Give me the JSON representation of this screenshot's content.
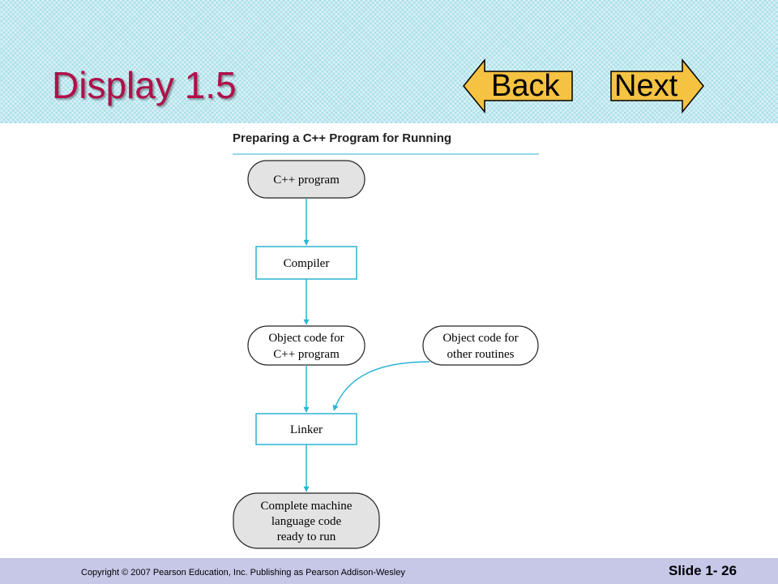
{
  "slide": {
    "title": "Display 1.5",
    "back_label": "Back",
    "next_label": "Next"
  },
  "diagram": {
    "heading": "Preparing a C++ Program for Running",
    "nodes": {
      "cpp_program": "C++ program",
      "compiler": "Compiler",
      "object_code_line1": "Object code for",
      "object_code_line2": "C++ program",
      "other_routines_line1": "Object code for",
      "other_routines_line2": "other routines",
      "linker": "Linker",
      "machine_code_line1": "Complete machine",
      "machine_code_line2": "language code",
      "machine_code_line3": "ready to run"
    }
  },
  "footer": {
    "copyright": "Copyright © 2007 Pearson Education, Inc. Publishing as Pearson Addison-Wesley",
    "slide_number": "Slide 1- 26"
  },
  "colors": {
    "title": "#b0104a",
    "button_fill": "#f5c242",
    "arrow": "#2bb3d4",
    "header_bg": "#aee1ea",
    "footer_bg": "#c7c8e8"
  }
}
